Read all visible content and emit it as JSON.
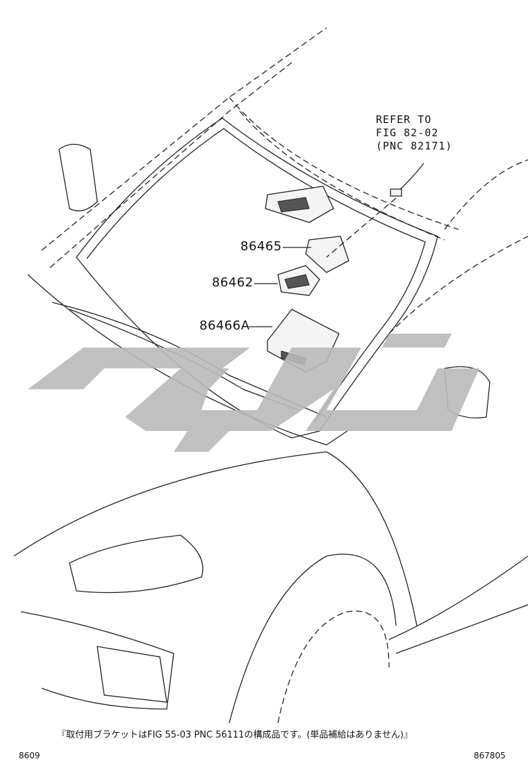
{
  "refer": {
    "line1": "REFER TO",
    "line2": "FIG 82-02",
    "line3": "(PNC 82171)"
  },
  "parts": [
    {
      "label": "86465"
    },
    {
      "label": "86462"
    },
    {
      "label": "86466A"
    }
  ],
  "footnote": "『取付用ブラケットはFIG 55-03 PNC 56111の構成品です。(単品補給はありません)』",
  "corner_left": "8609",
  "corner_right": "867805"
}
